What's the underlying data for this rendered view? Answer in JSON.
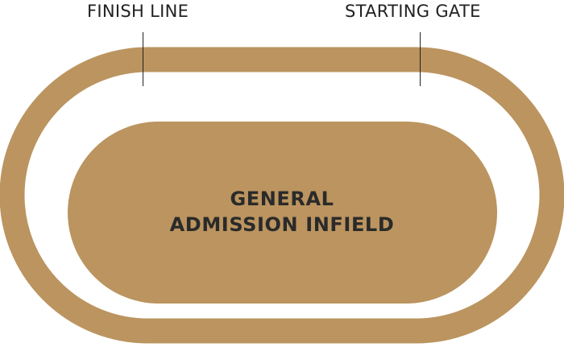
{
  "labels": {
    "finish_line": "FINISH LINE",
    "starting_gate": "STARTING GATE"
  },
  "infield": {
    "line1": "GENERAL",
    "line2": "ADMISSION INFIELD"
  },
  "colors": {
    "track": "#bb945f",
    "infield": "#bb945f",
    "label_text": "#222222",
    "background": "#ffffff"
  }
}
